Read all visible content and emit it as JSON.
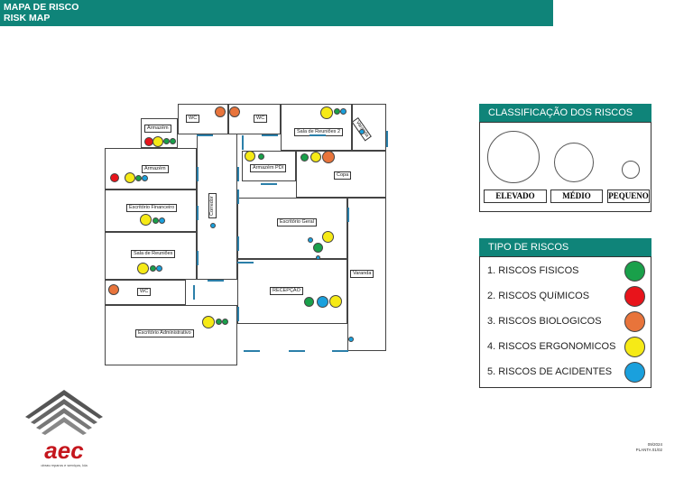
{
  "header": {
    "title_pt": "MAPA DE RISCO",
    "title_en": "RISK MAP"
  },
  "colors": {
    "header": "#0f8479",
    "fisico": "#19a04a",
    "quimico": "#e8141b",
    "biologico": "#e8743b",
    "ergonomico": "#f6ea16",
    "acidente": "#1aa0dd",
    "arrow": "#2b7fa9"
  },
  "rooms": {
    "armazem_top": "Armazém",
    "wc_1": "WC",
    "wc_2": "WC",
    "sala_reunioes_2": "Sala de Reuniões 2",
    "varanda_top": "Varanda",
    "armazem_left": "Armazém",
    "armazem_pdi": "Armazém PDI",
    "copa": "Copa",
    "escritorio_financeiro": "Escritório Financeiro",
    "corredor": "Corredor",
    "escritorio_geral": "Escritório Geral",
    "sala_reunioes": "Sala de Reuniões",
    "varanda": "Varanda",
    "wc_3": "WC",
    "recepcao": "RECEPÇÃO",
    "escritorio_administrativo": "Escritório Administrativo"
  },
  "classificacao": {
    "title": "CLASSIFICAÇÃO DOS RISCOS",
    "elevado": "ELEVADO",
    "medio": "MÉDIO",
    "pequeno": "PEQUENO"
  },
  "tipos": {
    "title": "TIPO DE RISCOS",
    "items": [
      {
        "label": "1. RISCOS FISICOS",
        "color": "#19a04a"
      },
      {
        "label": "2. RISCOS QUíMICOS",
        "color": "#e8141b"
      },
      {
        "label": "3. RISCOS BIOLOGICOS",
        "color": "#e8743b"
      },
      {
        "label": "4. RISCOS ERGONOMICOS",
        "color": "#f6ea16"
      },
      {
        "label": "5. RISCOS DE ACIDENTES",
        "color": "#1aa0dd"
      }
    ]
  },
  "logo": {
    "text": "aec",
    "tagline": "obras reparos e serviços, lda"
  },
  "footer": {
    "date": "09/2024",
    "planta": "PLANTA 01/02"
  }
}
